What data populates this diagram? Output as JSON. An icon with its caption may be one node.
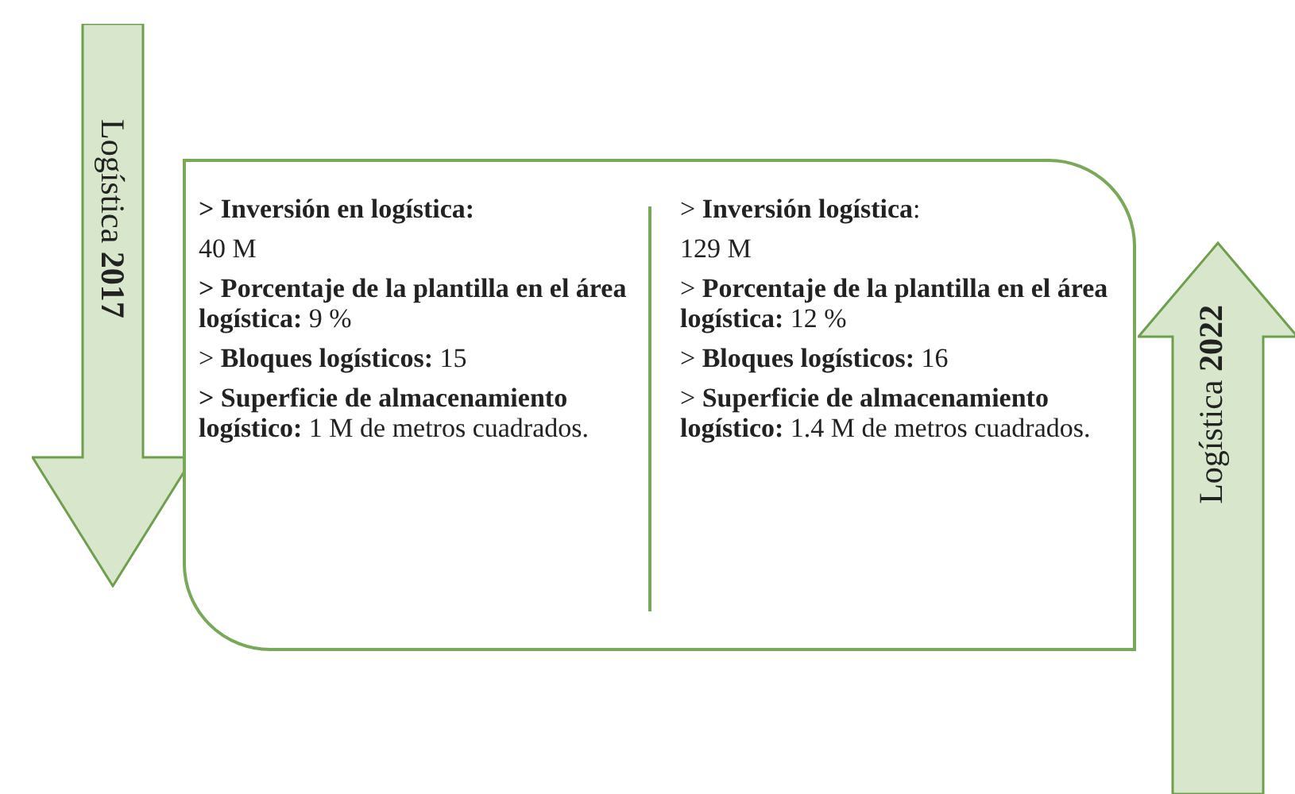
{
  "diagram": {
    "nodes": [
      {
        "text": [
          "Logística **2017**"
        ]
      },
      {
        "text": [
          "**> Inversión en logística:**",
          "40 M",
          "**> Porcentaje de la plantilla en el área logística:** 9 %",
          "> **Bloques logísticos:** 15",
          "**> Superficie de almacenamiento logístico:** 1 M de metros cuadrados.",
          "> **Inversión logística**:",
          "129 M",
          "> **Porcentaje de la plantilla en el área logística:** 12 %",
          "> **Bloques logísticos:** 16",
          "> **Superficie de almacenamiento logístico:** 1.4 M de metros cuadrados."
        ]
      },
      {
        "text": [
          "Logística **2022**"
        ]
      }
    ]
  }
}
